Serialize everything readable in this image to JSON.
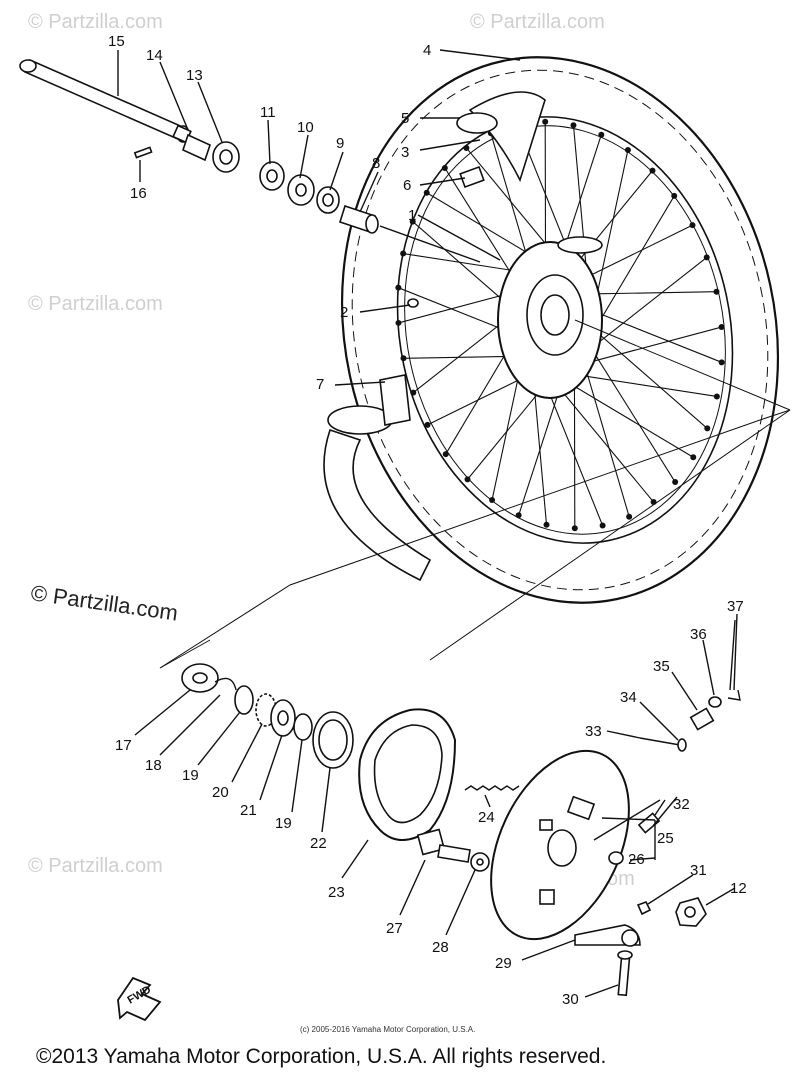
{
  "watermark": "© Partzilla.com",
  "small_credit": "(c) 2005-2016 Yamaha Motor Corporation, U.S.A.",
  "copyright": "©2013 Yamaha Motor Corporation, U.S.A. All rights reserved.",
  "fwd_label": "FWD",
  "callouts": [
    "1",
    "2",
    "3",
    "4",
    "5",
    "6",
    "7",
    "8",
    "9",
    "10",
    "11",
    "12",
    "13",
    "14",
    "15",
    "16",
    "17",
    "18",
    "19",
    "19",
    "20",
    "21",
    "22",
    "23",
    "24",
    "25",
    "26",
    "27",
    "28",
    "29",
    "30",
    "31",
    "32",
    "33",
    "34",
    "35",
    "36",
    "37"
  ]
}
